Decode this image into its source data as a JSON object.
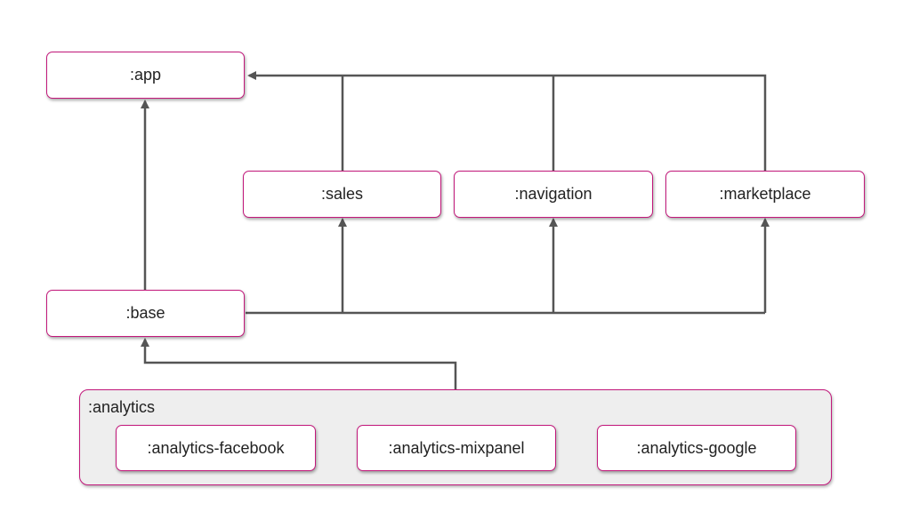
{
  "colors": {
    "border": "#c2187b",
    "arrow": "#555555",
    "group_fill": "#eeeeee"
  },
  "nodes": {
    "app": ":app",
    "sales": ":sales",
    "navigation": ":navigation",
    "marketplace": ":marketplace",
    "base": ":base"
  },
  "group": {
    "label": ":analytics",
    "children": [
      ":analytics-facebook",
      ":analytics-mixpanel",
      ":analytics-google"
    ]
  },
  "edges": [
    {
      "from": ":base",
      "to": ":app"
    },
    {
      "from": ":sales",
      "to": ":app"
    },
    {
      "from": ":navigation",
      "to": ":app"
    },
    {
      "from": ":marketplace",
      "to": ":app"
    },
    {
      "from": ":base",
      "to": ":sales"
    },
    {
      "from": ":base",
      "to": ":navigation"
    },
    {
      "from": ":base",
      "to": ":marketplace"
    },
    {
      "from": ":analytics",
      "to": ":base"
    }
  ]
}
